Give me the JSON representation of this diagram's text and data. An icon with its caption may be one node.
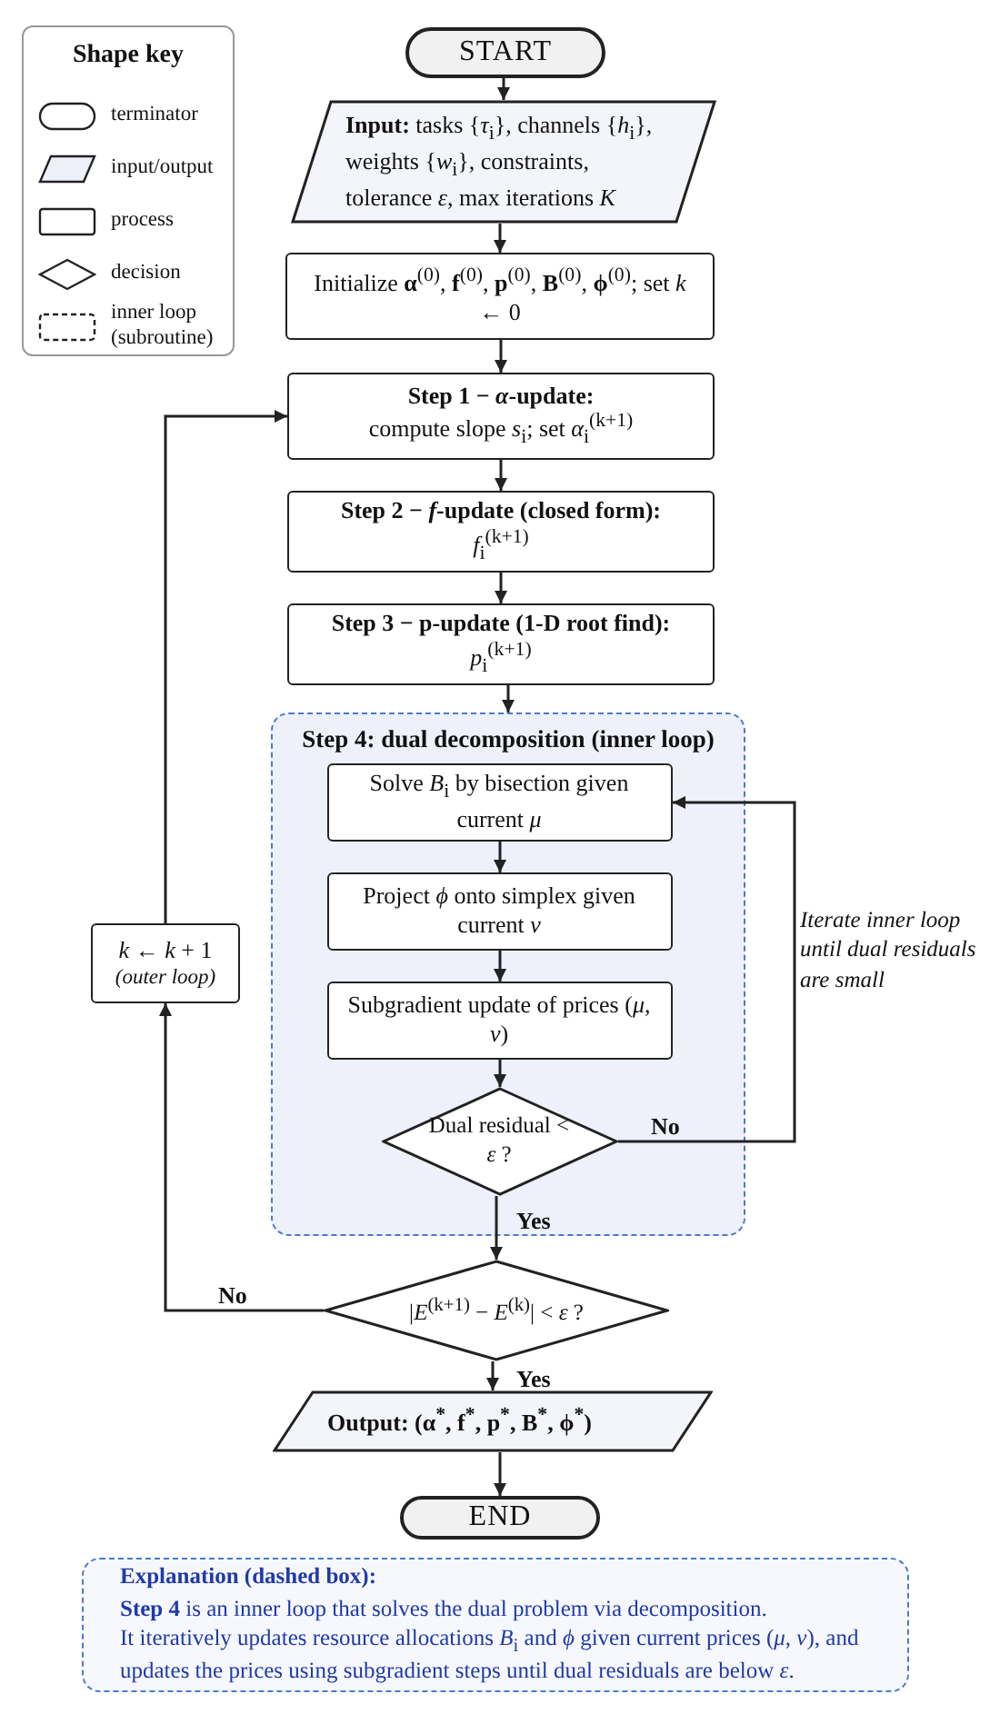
{
  "diagram": {
    "nodes": [
      {
        "text": [
          "START"
        ]
      },
      {
        "text": [
          "**Input:** tasks {*τ*$_{i}$}, channels {*h*$_{i}$}, weights {*w*$_{i}$}, constraints, tolerance *ε*, max iterations *K*"
        ]
      },
      {
        "text": [
          "Initialize **α**$^{(0)}$, **f**$^{(0)}$, **p**$^{(0)}$, **B**$^{(0)}$, **ϕ**$^{(0)}$; set *k* ← 0"
        ]
      },
      {
        "text": [
          "Step 1 − *α*-update:",
          "compute slope *s*$_{i}$; set *α*$_{i}$$^{(k+1)}$"
        ]
      },
      {
        "text": [
          "Step 2 − *f*-update (closed form):",
          "*f*$_{i}$$^{(k+1)}$"
        ]
      },
      {
        "text": [
          "Step 3 − p-update (1-D root find):",
          "*p*$_{i}$$^{(k+1)}$"
        ]
      },
      {
        "text": [
          "Step 4: dual decomposition (inner loop)"
        ]
      },
      {
        "text": [
          "Solve *B*$_{i}$ by bisection given current *μ*"
        ],
        "in": 6
      },
      {
        "text": [
          "Project *ϕ* onto simplex given current *ν*"
        ],
        "in": 6
      },
      {
        "text": [
          "Subgradient update of prices (*μ*, *ν*)"
        ],
        "in": 6
      },
      {
        "text": [
          "Dual residual < *ε* ?"
        ],
        "in": 6
      },
      {
        "text": [
          "|*E*$^{(k+1)}$ − *E*$^{(k)}$| < *ε* ?"
        ]
      },
      {
        "text": [
          "Output: (α$^{*}$, f$^{*}$, p$^{*}$, B$^{*}$, ϕ$^{*}$)"
        ]
      },
      {
        "text": [
          "END"
        ]
      },
      {
        "text": [
          "*k* ← *k* + 1",
          "(outer loop)"
        ]
      },
      {
        "text": [
          "Explanation (dashed box):",
          "**Step 4** is an inner loop that solves the dual problem via decomposition.",
          "It iteratively updates resource allocations *B*$_{i}$ and *ϕ* given current prices (*μ*, *ν*), and updates the prices using subgradient steps until dual residuals are below *ε*."
        ]
      }
    ],
    "edges": [
      {
        "from": 0,
        "to": 1,
        "arrow": "to"
      },
      {
        "from": 1,
        "to": 2,
        "arrow": "to"
      },
      {
        "from": 2,
        "to": 3,
        "arrow": "to"
      },
      {
        "from": 3,
        "to": 4,
        "arrow": "to"
      },
      {
        "from": 4,
        "to": 5,
        "arrow": "to"
      },
      {
        "from": 5,
        "to": 6,
        "arrow": "to"
      },
      {
        "from": 7,
        "to": 8,
        "arrow": "to"
      },
      {
        "from": 8,
        "to": 9,
        "arrow": "to"
      },
      {
        "from": 9,
        "to": 10,
        "arrow": "to"
      },
      {
        "from": 10,
        "to": 7,
        "arrow": "to",
        "label": "No"
      },
      {
        "from": 10,
        "to": 11,
        "arrow": "to",
        "label": "Yes"
      },
      {
        "from": 11,
        "to": 14,
        "arrow": "to",
        "label": "No"
      },
      {
        "from": 14,
        "to": 3,
        "arrow": "to"
      },
      {
        "from": 11,
        "to": 12,
        "arrow": "to",
        "label": "Yes"
      },
      {
        "from": 12,
        "to": 13,
        "arrow": "to"
      }
    ],
    "labels": [
      "Shape key",
      "Iterate inner loop until dual residuals are small"
    ],
    "legend": [
      {
        "text": "terminator"
      },
      {
        "text": "input/output"
      },
      {
        "text": "process"
      },
      {
        "text": "decision"
      },
      {
        "text": "inner loop (subroutine)"
      }
    ]
  }
}
